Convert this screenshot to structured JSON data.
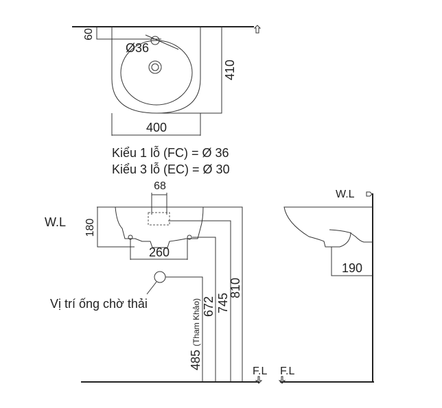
{
  "top_view": {
    "dim_60": "60",
    "dim_diameter": "Ø36",
    "dim_410": "410",
    "dim_400": "400"
  },
  "notes": {
    "line1": "Kiểu 1 lỗ (FC) = Ø 36",
    "line2": "Kiểu 3 lỗ (EC) = Ø 30"
  },
  "front_view": {
    "dim_68": "68",
    "wl_label": "W.L",
    "dim_180": "180",
    "dim_260": "260",
    "drain_label": "Vị trí ống chờ thải",
    "dim_485": "485",
    "dim_485_note": "(Tham Khảo)",
    "dim_672": "672",
    "dim_745": "745",
    "dim_810": "810",
    "fl_label": "F.L"
  },
  "side_view": {
    "wl_label": "W.L",
    "dim_190": "190",
    "fl_label": "F.L"
  }
}
